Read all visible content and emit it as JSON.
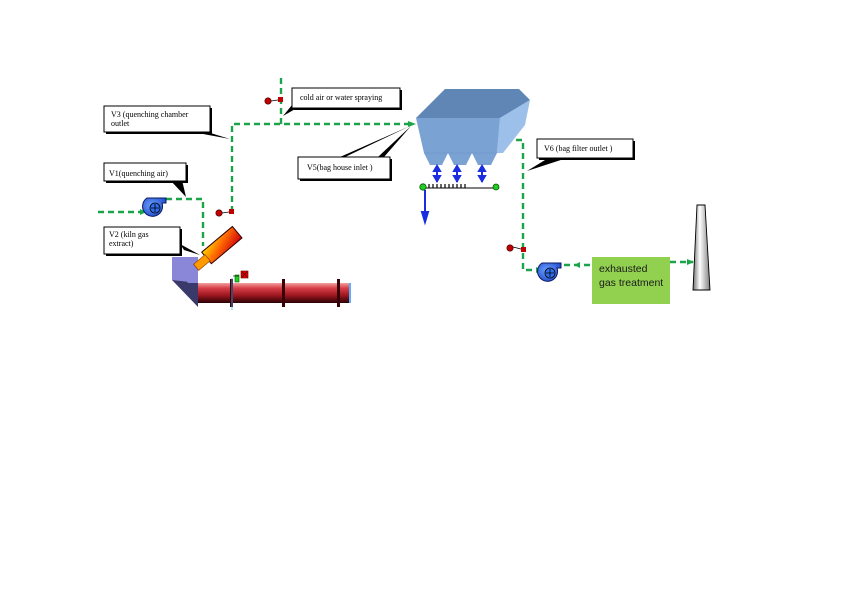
{
  "diagram": {
    "title": "",
    "colors": {
      "pipe": "#1aa54a",
      "fan": "#2457d6",
      "kiln": "#b01c24",
      "baghouse": "#7aa3d4",
      "treatment_box": "#92d050",
      "arrow_blue": "#1a2ee0",
      "valve": "#c00000",
      "hood": "#8a86d8"
    },
    "callouts": {
      "v3": {
        "line1": "V3 (quenching chamber",
        "line2": "outlet"
      },
      "v1": {
        "line1": "V1(quenching air)"
      },
      "v2": {
        "line1": "V2 (kiln gas",
        "line2": "extract)"
      },
      "cold_air": {
        "line1": "cold air or water spraying"
      },
      "v5": {
        "line1": "V5(bag house inlet )"
      },
      "v6": {
        "line1": "V6 (bag filter outlet )"
      }
    },
    "treatment_box": {
      "line1": "exhausted",
      "line2": "gas treatment"
    },
    "nodes": [
      {
        "id": "quenching-air-fan",
        "icon": "fan-icon"
      },
      {
        "id": "quenching-chamber",
        "icon": "quench-chamber"
      },
      {
        "id": "rotary-kiln",
        "icon": "kiln"
      },
      {
        "id": "kiln-hood",
        "icon": "hood"
      },
      {
        "id": "bag-house",
        "icon": "baghouse"
      },
      {
        "id": "screw-conveyor",
        "icon": "conveyor"
      },
      {
        "id": "id-fan",
        "icon": "fan-icon"
      },
      {
        "id": "stack",
        "icon": "chimney"
      }
    ]
  }
}
